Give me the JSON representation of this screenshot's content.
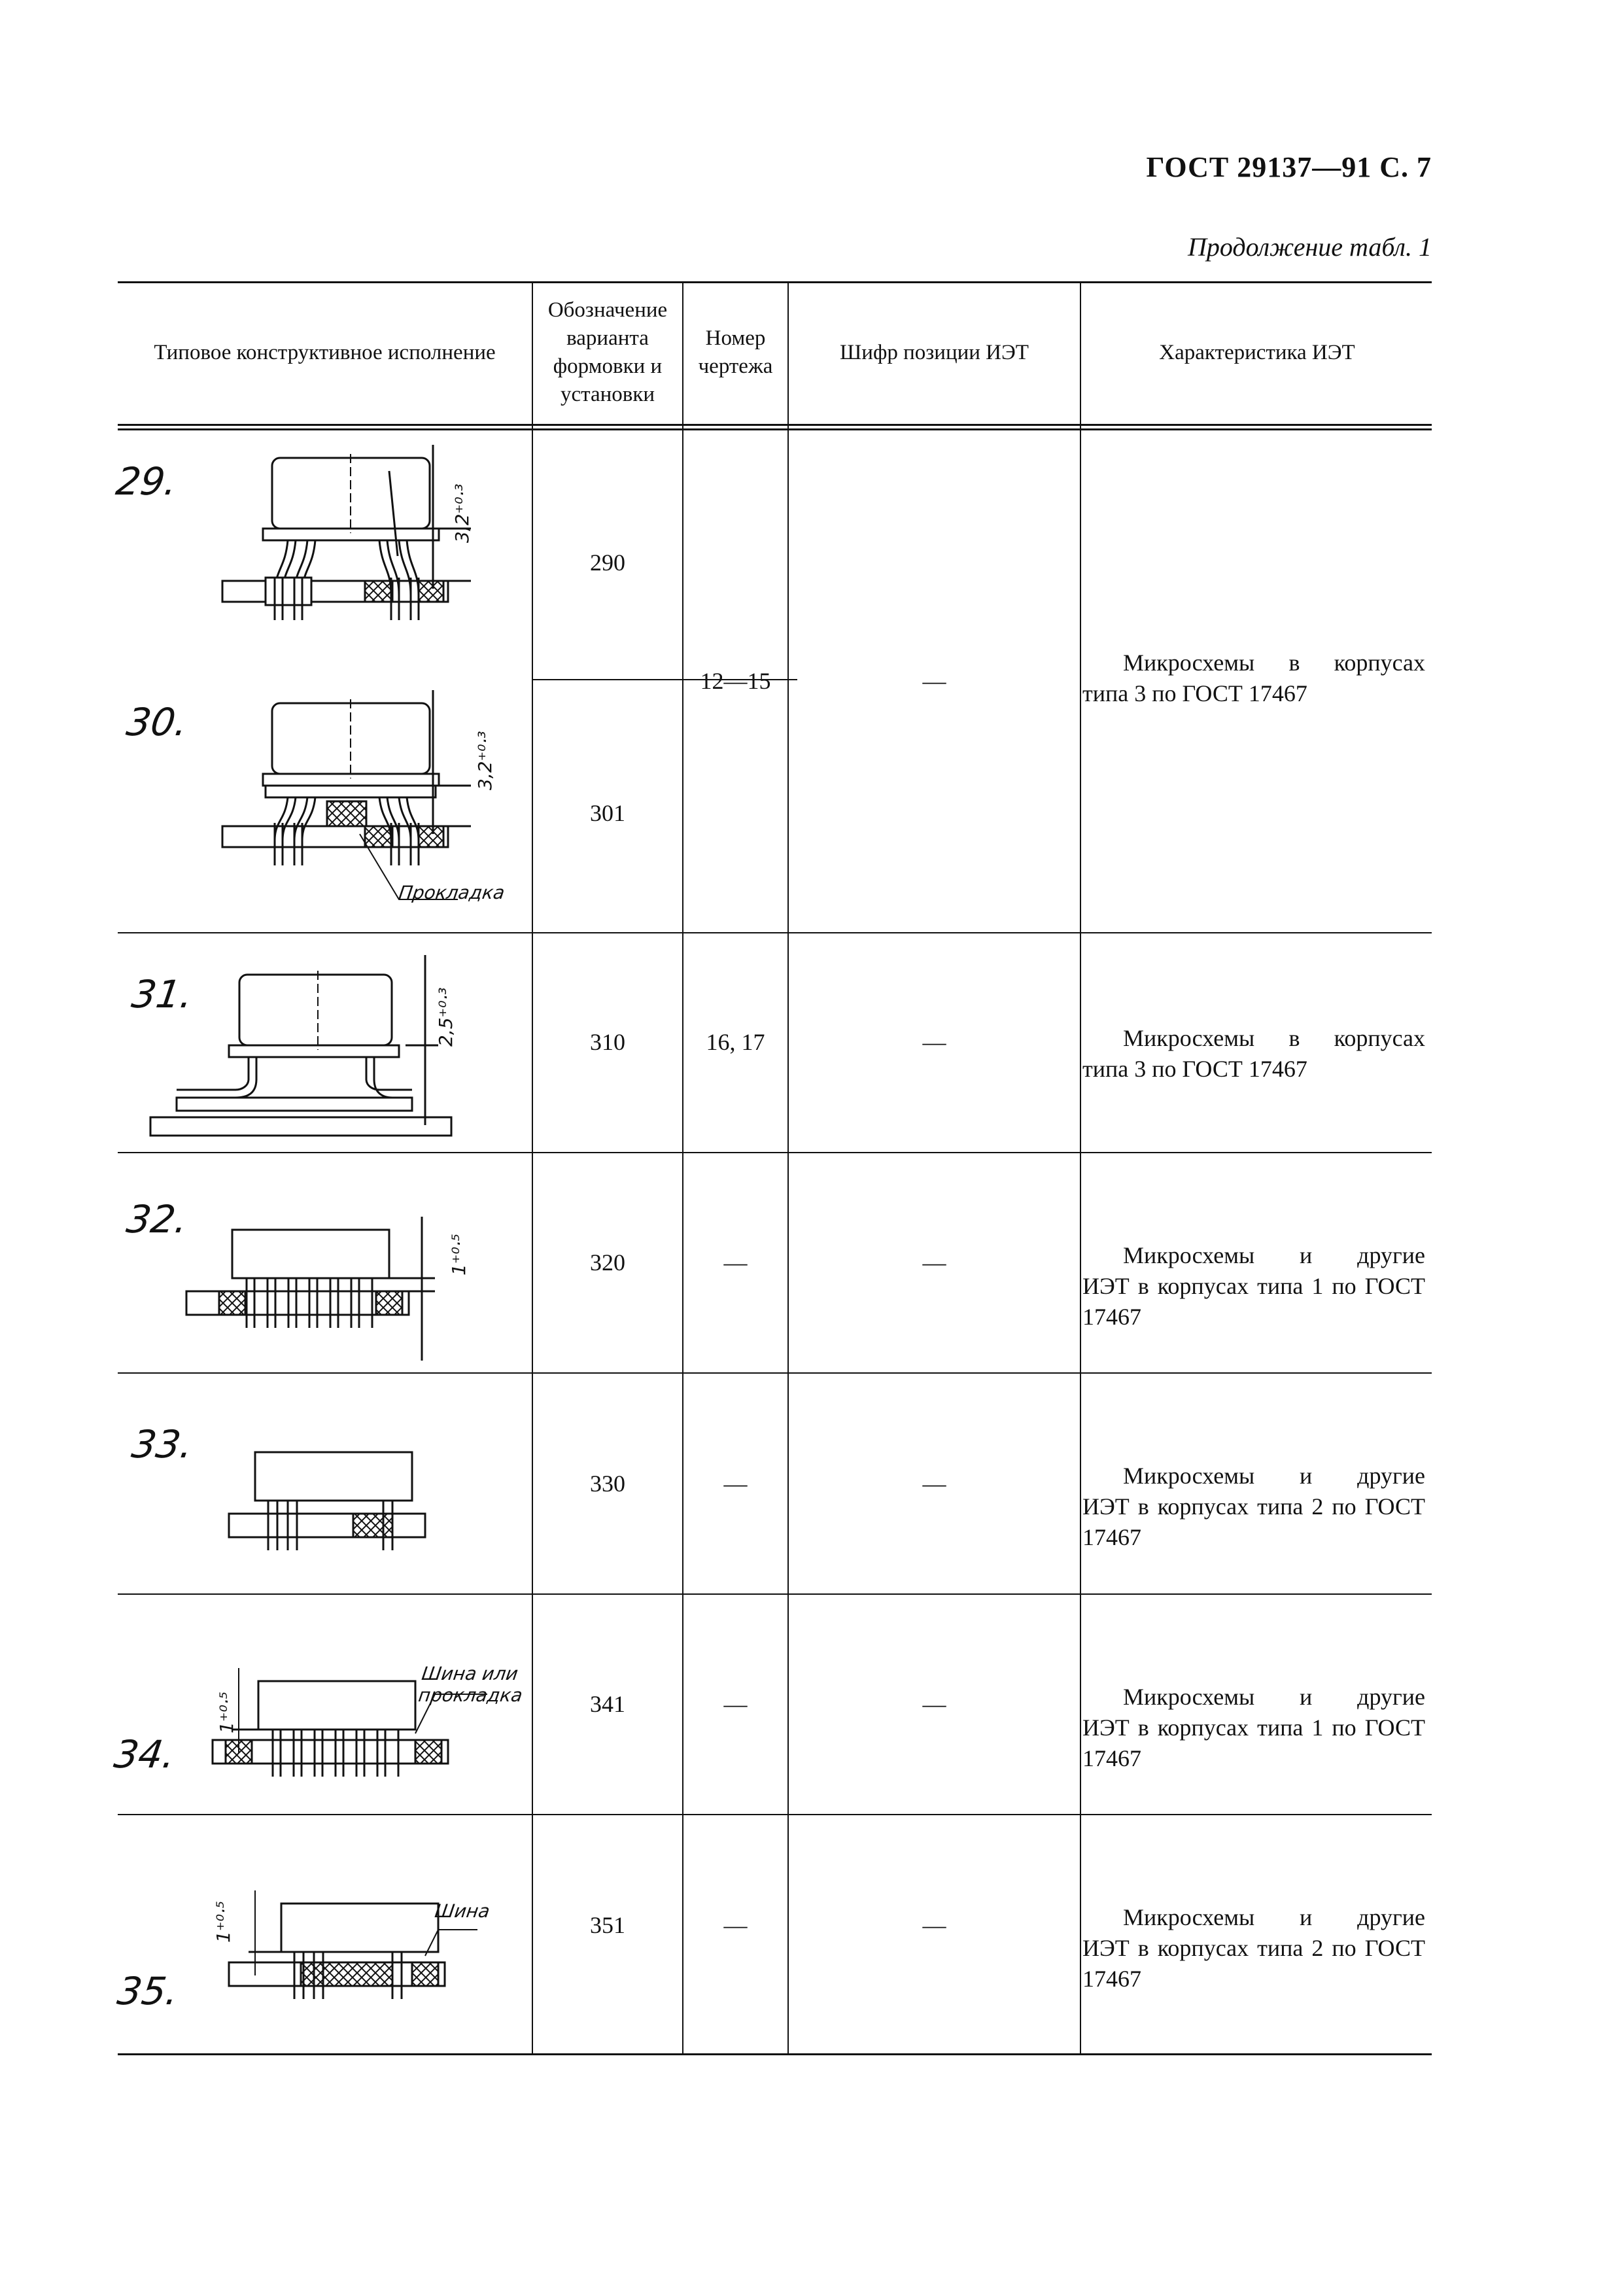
{
  "page_header": "ГОСТ 29137—91 С. 7",
  "continuation": "Продолжение табл. 1",
  "columns": [
    "Типовое конструктивное исполнение",
    "Обозначение варианта формовки и установки",
    "Номер чертежа",
    "Шифр позиции ИЭТ",
    "Характеристика ИЭТ"
  ],
  "rows": [
    {
      "num": "29.",
      "code": "290",
      "dim": "3,2⁺⁰·³"
    },
    {
      "num": "30.",
      "code": "301",
      "dim": "3,2⁺⁰·³",
      "label": "Прокладка"
    },
    {
      "num": "31.",
      "code": "310",
      "drawing": "16, 17",
      "cipher": "—",
      "dim": "2,5⁺⁰·³",
      "char_first": "Микросхемы в корпусах",
      "char_rest": "типа 3 по ГОСТ 17467"
    },
    {
      "num": "32.",
      "code": "320",
      "drawing": "—",
      "cipher": "—",
      "dim": "1⁺⁰·⁵",
      "char_first": "Микросхемы и другие",
      "char_rest": "ИЭТ в корпусах типа 1 по ГОСТ 17467"
    },
    {
      "num": "33.",
      "code": "330",
      "drawing": "—",
      "cipher": "—",
      "char_first": "Микросхемы и другие",
      "char_rest": "ИЭТ в корпусах типа 2 по ГОСТ 17467"
    },
    {
      "num": "34.",
      "code": "341",
      "drawing": "—",
      "cipher": "—",
      "dim": "1⁺⁰·⁵",
      "label1": "Шина или",
      "label2": "прокладка",
      "char_first": "Микросхемы и другие",
      "char_rest": "ИЭТ в корпусах типа 1 по ГОСТ 17467"
    },
    {
      "num": "35.",
      "code": "351",
      "drawing": "—",
      "cipher": "—",
      "dim": "1⁺⁰·⁵",
      "label": "Шина",
      "char_first": "Микросхемы и другие",
      "char_rest": "ИЭТ в корпусах типа 2 по ГОСТ 17467"
    }
  ],
  "merged_29_30": {
    "drawing": "12—15",
    "cipher": "—",
    "char_first": "Микросхемы в корпусах",
    "char_rest": "типа 3 по ГОСТ 17467"
  }
}
